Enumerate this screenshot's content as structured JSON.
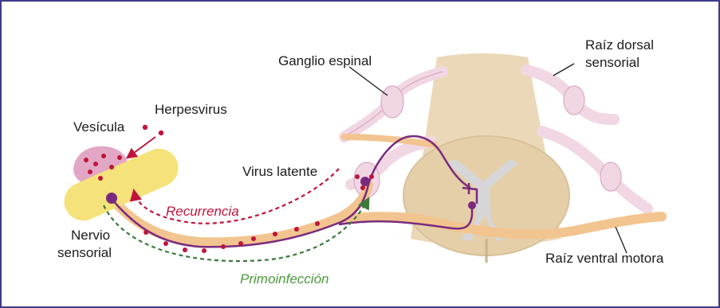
{
  "labels": {
    "ganglio": "Ganglio espinal",
    "raiz_dorsal_1": "Raíz dorsal",
    "raiz_dorsal_2": "sensorial",
    "vesicula": "Vesícula",
    "herpesvirus": "Herpesvirus",
    "virus_latente": "Virus latente",
    "recurrencia": "Recurrencia",
    "nervio_1": "Nervio",
    "nervio_2": "sensorial",
    "raiz_ventral": "Raíz ventral motora",
    "primoinfeccion": "Primoinfección"
  },
  "colors": {
    "border": "#3f3a8c",
    "spinal_cord": "#ead8b8",
    "gray_matter": "#d6d6d8",
    "root_pink": "#f1d7e3",
    "nerve_orange": "#f2c48f",
    "neuron_purple": "#7a2a7e",
    "virus_red": "#c0143c",
    "skin_yellow": "#f6e27a",
    "vesicle_pink": "#e2a7c4",
    "recurrence_red": "#c0143c",
    "primary_green": "#3a7a3a"
  }
}
